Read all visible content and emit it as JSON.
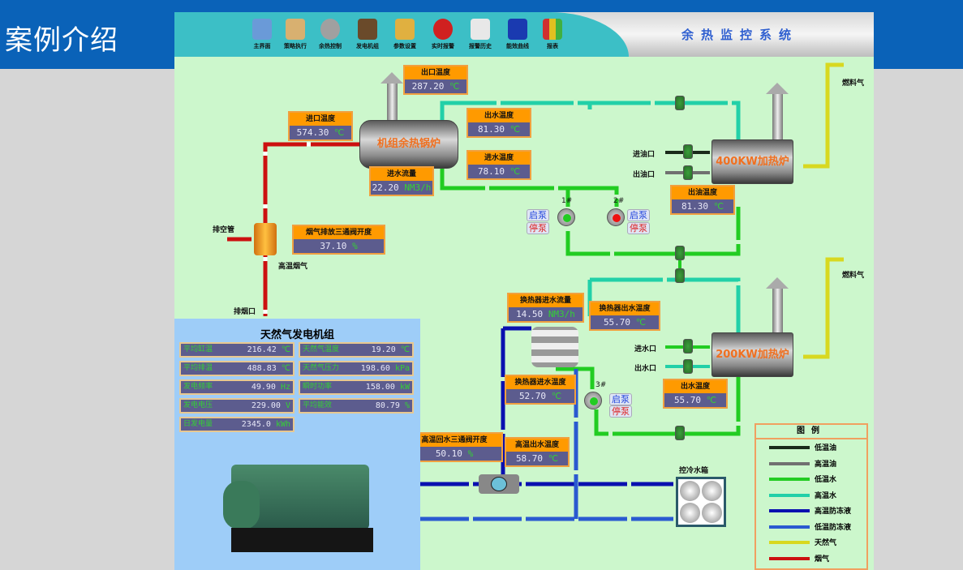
{
  "page_title": "案例介绍",
  "header": {
    "system_title": "余热监控系统",
    "nav": [
      {
        "label": "主界面",
        "icon": "home-icon",
        "color": "#6a9ad8"
      },
      {
        "label": "策略执行",
        "icon": "book-icon",
        "color": "#d8b070"
      },
      {
        "label": "余热控制",
        "icon": "gear-icon",
        "color": "#a0a0a0"
      },
      {
        "label": "发电机组",
        "icon": "power-plug-icon",
        "color": "#6a4a2a"
      },
      {
        "label": "参数设置",
        "icon": "notebook-pencil-icon",
        "color": "#e0b040"
      },
      {
        "label": "实时报警",
        "icon": "alarm-button-icon",
        "color": "#d02020"
      },
      {
        "label": "报警历史",
        "icon": "document-pen-icon",
        "color": "#e8e8e8"
      },
      {
        "label": "能效曲线",
        "icon": "chart-curve-icon",
        "color": "#1a3ab0"
      },
      {
        "label": "报表",
        "icon": "bar-chart-icon",
        "color": "#40b040"
      }
    ]
  },
  "readouts": [
    {
      "label": "出口温度",
      "value": "287.20",
      "unit": "℃"
    },
    {
      "label": "进口温度",
      "value": "574.30",
      "unit": "℃"
    },
    {
      "label": "出水温度",
      "value": "81.30",
      "unit": "℃"
    },
    {
      "label": "进水温度",
      "value": "78.10",
      "unit": "℃"
    },
    {
      "label": "进水流量",
      "value": "22.20",
      "unit": "NM3/h"
    },
    {
      "label": "烟气排放三通阀开度",
      "value": "37.10",
      "unit": "%"
    },
    {
      "label": "出油温度",
      "value": "81.30",
      "unit": "℃"
    },
    {
      "label": "换热器进水流量",
      "value": "14.50",
      "unit": "NM3/h"
    },
    {
      "label": "换热器出水温度",
      "value": "55.70",
      "unit": "℃"
    },
    {
      "label": "换热器进水温度",
      "value": "52.70",
      "unit": "℃"
    },
    {
      "label": "出水温度",
      "value": "55.70",
      "unit": "℃"
    },
    {
      "label": "高温回水三通阀开度",
      "value": "50.10",
      "unit": "%"
    },
    {
      "label": "高温出水温度",
      "value": "58.70",
      "unit": "℃"
    }
  ],
  "equipment": {
    "waste_heat_boiler": "机组余热锅炉",
    "furnace_400": "400KW加热炉",
    "furnace_200": "200KW加热炉",
    "cooling_tank": "控冷水箱"
  },
  "labels": {
    "vent_pipe": "排空管",
    "hot_flue_gas": "高温烟气",
    "exhaust_port": "排烟口",
    "fuel_gas_1": "燃料气",
    "fuel_gas_2": "燃料气",
    "oil_in": "进油口",
    "oil_out": "出油口",
    "water_in": "进水口",
    "water_out": "出水口"
  },
  "pumps": [
    {
      "id": "1#",
      "start": "启泵",
      "stop": "停泵",
      "status_color": "#22cc22"
    },
    {
      "id": "2#",
      "start": "启泵",
      "stop": "停泵",
      "status_color": "#ee1111"
    },
    {
      "id": "3#",
      "start": "启泵",
      "stop": "停泵",
      "status_color": "#22cc22"
    }
  ],
  "generator": {
    "title": "天然气发电机组",
    "cells": [
      {
        "label": "平均缸温",
        "value": "216.42",
        "unit": "℃"
      },
      {
        "label": "天然气温度",
        "value": "19.20",
        "unit": "℃"
      },
      {
        "label": "平均排温",
        "value": "488.83",
        "unit": "℃"
      },
      {
        "label": "天然气压力",
        "value": "198.60",
        "unit": "kPa"
      },
      {
        "label": "发电频率",
        "value": "49.90",
        "unit": "Hz"
      },
      {
        "label": "瞬时功率",
        "value": "158.00",
        "unit": "kW"
      },
      {
        "label": "发电电压",
        "value": "229.00",
        "unit": "V"
      },
      {
        "label": "平均能效",
        "value": "80.79",
        "unit": "%"
      },
      {
        "label": "日发电量",
        "value": "2345.0",
        "unit": "kWh"
      }
    ]
  },
  "legend": {
    "title": "图例",
    "items": [
      {
        "label": "低温油",
        "color": "#1a2a1a"
      },
      {
        "label": "高温油",
        "color": "#707070"
      },
      {
        "label": "低温水",
        "color": "#22cc22"
      },
      {
        "label": "高温水",
        "color": "#22d0a8"
      },
      {
        "label": "高温防冻液",
        "color": "#0a10b0"
      },
      {
        "label": "低温防冻液",
        "color": "#2a5ad0"
      },
      {
        "label": "天然气",
        "color": "#d8d820"
      },
      {
        "label": "烟气",
        "color": "#cc1010"
      }
    ]
  }
}
